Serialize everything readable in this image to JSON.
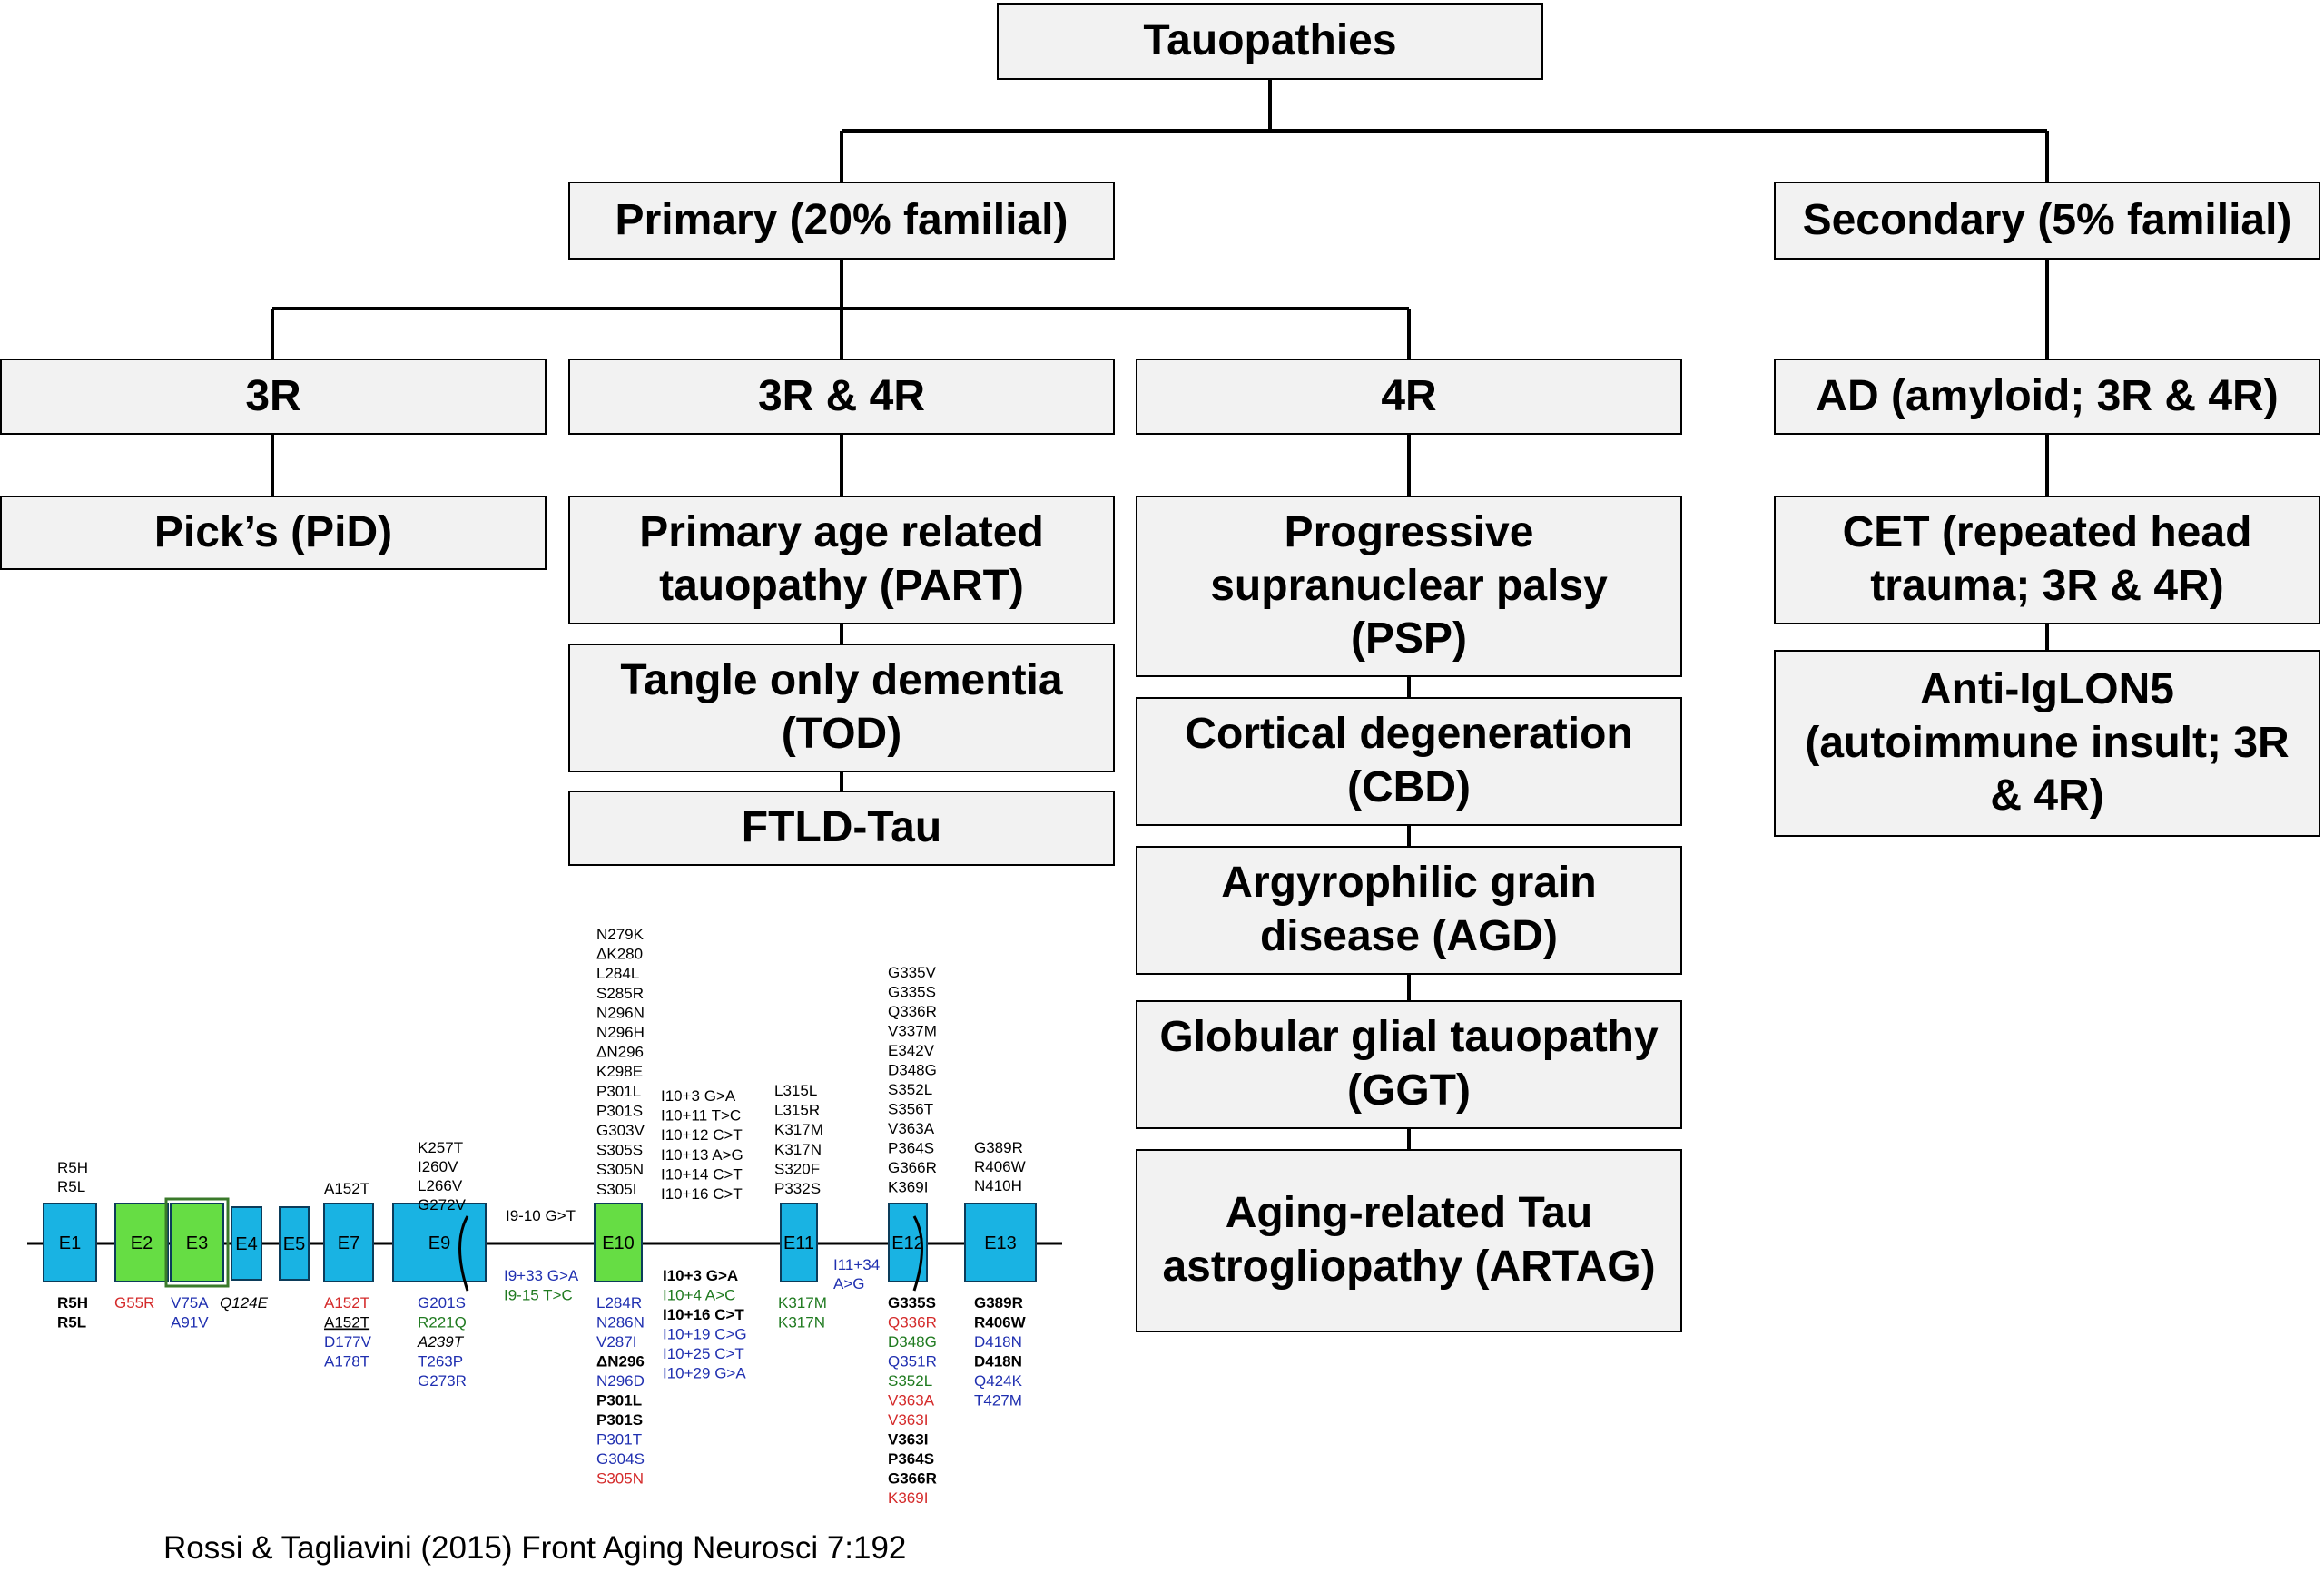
{
  "tree": {
    "root": "Tauopathies",
    "primary": "Primary (20% familial)",
    "secondary": "Secondary (5% familial)",
    "r3": "3R",
    "r34": "3R & 4R",
    "r4": "4R",
    "ad": "AD (amyloid; 3R & 4R)",
    "pid": "Pick’s (PiD)",
    "part": "Primary age related tauopathy (PART)",
    "tod": "Tangle only dementia (TOD)",
    "ftld": "FTLD-Tau",
    "psp": "Progressive supranuclear palsy (PSP)",
    "cbd": "Cortical degeneration (CBD)",
    "agd": "Argyrophilic grain disease (AGD)",
    "ggt": "Globular glial tauopathy (GGT)",
    "artag": "Aging-related Tau astrogliopathy (ARTAG)",
    "cet": "CET (repeated head trauma; 3R & 4R)",
    "iglon": "Anti-IgLON5 (autoimmune insult; 3R & 4R)"
  },
  "gene": {
    "colors": {
      "black": "#000000",
      "red": "#d42a2a",
      "blue": "#1f2fb0",
      "green": "#1f7a1f"
    },
    "exons": [
      {
        "label": "E1",
        "color": "#19b3e3"
      },
      {
        "label": "E2",
        "color": "#66dd44"
      },
      {
        "label": "E3",
        "color": "#66dd44"
      },
      {
        "label": "E4",
        "color": "#19b3e3"
      },
      {
        "label": "E5",
        "color": "#19b3e3"
      },
      {
        "label": "E7",
        "color": "#19b3e3"
      },
      {
        "label": "E9",
        "color": "#19b3e3"
      },
      {
        "label": "E10",
        "color": "#66dd44"
      },
      {
        "label": "E11",
        "color": "#19b3e3"
      },
      {
        "label": "E12",
        "color": "#19b3e3"
      },
      {
        "label": "E13",
        "color": "#19b3e3"
      }
    ],
    "mutation_groups": [
      {
        "items": [
          {
            "t": "R5H",
            "c": "black"
          },
          {
            "t": "R5L",
            "c": "black"
          }
        ]
      },
      {
        "items": [
          {
            "t": "A152T",
            "c": "black"
          }
        ]
      },
      {
        "items": [
          {
            "t": "K257T",
            "c": "black"
          },
          {
            "t": "I260V",
            "c": "black"
          },
          {
            "t": "L266V",
            "c": "black"
          },
          {
            "t": "G272V",
            "c": "black"
          }
        ]
      },
      {
        "items": [
          {
            "t": "I9-10 G>T",
            "c": "black"
          }
        ]
      },
      {
        "items": [
          {
            "t": "N279K",
            "c": "black"
          },
          {
            "t": "ΔK280",
            "c": "black"
          },
          {
            "t": "L284L",
            "c": "black"
          },
          {
            "t": "S285R",
            "c": "black"
          },
          {
            "t": "N296N",
            "c": "black"
          },
          {
            "t": "N296H",
            "c": "black"
          },
          {
            "t": "ΔN296",
            "c": "black"
          },
          {
            "t": "K298E",
            "c": "black"
          },
          {
            "t": "P301L",
            "c": "black"
          },
          {
            "t": "P301S",
            "c": "black"
          },
          {
            "t": "G303V",
            "c": "black"
          },
          {
            "t": "S305S",
            "c": "black"
          },
          {
            "t": "S305N",
            "c": "black"
          },
          {
            "t": "S305I",
            "c": "black"
          }
        ]
      },
      {
        "items": [
          {
            "t": "I10+3 G>A",
            "c": "black"
          },
          {
            "t": "I10+11 T>C",
            "c": "black"
          },
          {
            "t": "I10+12 C>T",
            "c": "black"
          },
          {
            "t": "I10+13 A>G",
            "c": "black"
          },
          {
            "t": "I10+14 C>T",
            "c": "black"
          },
          {
            "t": "I10+16 C>T",
            "c": "black"
          }
        ]
      },
      {
        "items": [
          {
            "t": "L315L",
            "c": "black"
          },
          {
            "t": "L315R",
            "c": "black"
          },
          {
            "t": "K317M",
            "c": "black"
          },
          {
            "t": "K317N",
            "c": "black"
          },
          {
            "t": "S320F",
            "c": "black"
          },
          {
            "t": "P332S",
            "c": "black"
          }
        ]
      },
      {
        "items": [
          {
            "t": "G335V",
            "c": "black"
          },
          {
            "t": "G335S",
            "c": "black"
          },
          {
            "t": "Q336R",
            "c": "black"
          },
          {
            "t": "V337M",
            "c": "black"
          },
          {
            "t": "E342V",
            "c": "black"
          },
          {
            "t": "D348G",
            "c": "black"
          },
          {
            "t": "S352L",
            "c": "black"
          },
          {
            "t": "S356T",
            "c": "black"
          },
          {
            "t": "V363A",
            "c": "black"
          },
          {
            "t": "P364S",
            "c": "black"
          },
          {
            "t": "G366R",
            "c": "black"
          },
          {
            "t": "K369I",
            "c": "black"
          }
        ]
      },
      {
        "items": [
          {
            "t": "G389R",
            "c": "black"
          },
          {
            "t": "R406W",
            "c": "black"
          },
          {
            "t": "N410H",
            "c": "black"
          }
        ]
      },
      {
        "items": [
          {
            "t": "R5H",
            "c": "black",
            "b": true
          },
          {
            "t": "R5L",
            "c": "black",
            "b": true
          }
        ]
      },
      {
        "items": [
          {
            "t": "G55R",
            "c": "red"
          }
        ]
      },
      {
        "items": [
          {
            "t": "V75A",
            "c": "blue"
          },
          {
            "t": "A91V",
            "c": "blue"
          }
        ]
      },
      {
        "items": [
          {
            "t": "Q124E",
            "c": "black",
            "i": true
          }
        ]
      },
      {
        "items": [
          {
            "t": "A152T",
            "c": "red"
          },
          {
            "t": "A152T",
            "c": "black",
            "u": true
          },
          {
            "t": "D177V",
            "c": "blue"
          },
          {
            "t": "A178T",
            "c": "blue"
          }
        ]
      },
      {
        "items": [
          {
            "t": "G201S",
            "c": "blue"
          },
          {
            "t": "R221Q",
            "c": "green"
          },
          {
            "t": "A239T",
            "c": "black",
            "i": true
          },
          {
            "t": "T263P",
            "c": "blue"
          },
          {
            "t": "G273R",
            "c": "blue"
          }
        ]
      },
      {
        "items": [
          {
            "t": "I9+33 G>A",
            "c": "blue"
          },
          {
            "t": "I9-15 T>C",
            "c": "green"
          }
        ]
      },
      {
        "items": [
          {
            "t": "L284R",
            "c": "blue"
          },
          {
            "t": "N286N",
            "c": "blue"
          },
          {
            "t": "V287I",
            "c": "blue"
          },
          {
            "t": "ΔN296",
            "c": "black",
            "b": true
          },
          {
            "t": "N296D",
            "c": "blue"
          },
          {
            "t": "P301L",
            "c": "black",
            "b": true
          },
          {
            "t": "P301S",
            "c": "black",
            "b": true
          },
          {
            "t": "P301T",
            "c": "blue"
          },
          {
            "t": "G304S",
            "c": "blue"
          },
          {
            "t": "S305N",
            "c": "red"
          }
        ]
      },
      {
        "items": [
          {
            "t": "I10+3 G>A",
            "c": "black",
            "b": true
          },
          {
            "t": "I10+4 A>C",
            "c": "green"
          },
          {
            "t": "I10+16 C>T",
            "c": "black",
            "b": true
          },
          {
            "t": "I10+19 C>G",
            "c": "blue"
          },
          {
            "t": "I10+25 C>T",
            "c": "blue"
          },
          {
            "t": "I10+29 G>A",
            "c": "blue"
          }
        ]
      },
      {
        "items": [
          {
            "t": "K317M",
            "c": "green"
          },
          {
            "t": "K317N",
            "c": "green"
          }
        ]
      },
      {
        "items": [
          {
            "t": "I11+34",
            "c": "blue"
          },
          {
            "t": "A>G",
            "c": "blue"
          }
        ]
      },
      {
        "items": [
          {
            "t": "G335S",
            "c": "black",
            "b": true
          },
          {
            "t": "Q336R",
            "c": "red"
          },
          {
            "t": "D348G",
            "c": "green"
          },
          {
            "t": "Q351R",
            "c": "blue"
          },
          {
            "t": "S352L",
            "c": "green"
          },
          {
            "t": "V363A",
            "c": "red"
          },
          {
            "t": "V363I",
            "c": "red"
          },
          {
            "t": "V363I",
            "c": "black",
            "b": true
          },
          {
            "t": "P364S",
            "c": "black",
            "b": true
          },
          {
            "t": "G366R",
            "c": "black",
            "b": true
          },
          {
            "t": "K369I",
            "c": "red"
          }
        ]
      },
      {
        "items": [
          {
            "t": "G389R",
            "c": "black",
            "b": true
          },
          {
            "t": "R406W",
            "c": "black",
            "b": true
          },
          {
            "t": "D418N",
            "c": "blue"
          },
          {
            "t": "D418N",
            "c": "black",
            "b": true
          },
          {
            "t": "Q424K",
            "c": "blue"
          },
          {
            "t": "T427M",
            "c": "blue"
          }
        ]
      }
    ]
  },
  "citation": "Rossi & Tagliavini (2015) Front Aging Neurosci 7:192"
}
